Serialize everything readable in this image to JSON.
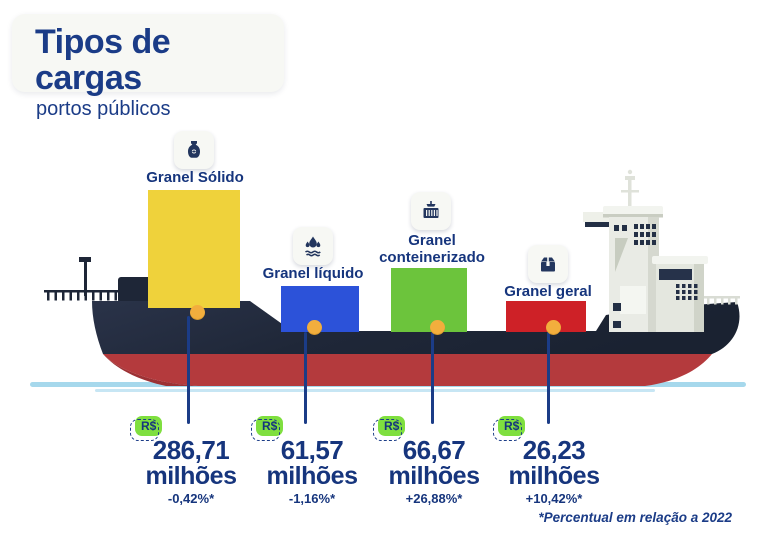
{
  "header": {
    "title": "Tipos de cargas",
    "subtitle": "portos públicos"
  },
  "currency_badge": "R$",
  "unit": "milhões",
  "footnote": "*Percentual em relação a 2022",
  "colors": {
    "navy_text": "#1b3c87",
    "hull_dark": "#1f2738",
    "hull_red": "#b43a3d",
    "water": "#a6d8ec",
    "badge_green": "#7fdf3f",
    "marker_orange": "#f2ae3d",
    "card_bg": "#f7f8f4"
  },
  "cargo": [
    {
      "label": "Granel Sólido",
      "icon": "sack-icon",
      "value": "286,71",
      "change": "-0,42%*",
      "color": "#efd23b"
    },
    {
      "label": "Granel líquido",
      "icon": "droplets-icon",
      "value": "61,57",
      "change": "-1,16%*",
      "color": "#2c52d9"
    },
    {
      "label": "Granel conteinerizado",
      "icon": "container-icon",
      "value": "66,67",
      "change": "+26,88%*",
      "color": "#6cc43c"
    },
    {
      "label": "Granel geral",
      "icon": "box-icon",
      "value": "26,23",
      "change": "+10,42%*",
      "color": "#ce2127"
    }
  ],
  "chart_data": {
    "type": "bar",
    "title": "Tipos de cargas — portos públicos",
    "categories": [
      "Granel Sólido",
      "Granel líquido",
      "Granel conteinerizado",
      "Granel geral"
    ],
    "values": [
      286.71,
      61.57,
      66.67,
      26.23
    ],
    "unit": "R$ milhões",
    "change_percent": [
      -0.42,
      -1.16,
      26.88,
      10.42
    ],
    "annotations": [
      "-0,42%*",
      "-1,16%*",
      "+26,88%*",
      "+10,42%*"
    ],
    "note": "*Percentual em relação a 2022",
    "legend_position": "none",
    "grid": false
  }
}
